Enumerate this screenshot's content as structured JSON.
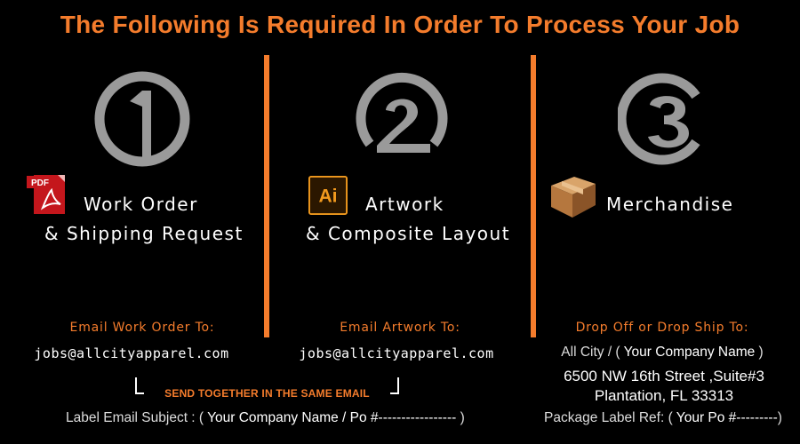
{
  "header": {
    "title": "The Following Is Required In Order To Process Your Job"
  },
  "colors": {
    "accent": "#f47c2c",
    "badge": "#9a9a9a"
  },
  "steps": [
    {
      "number": "1",
      "icon": "pdf-icon",
      "icon_text": "PDF",
      "label_line1": "Work Order",
      "label_line2": "& Shipping Request",
      "instruction": "Email Work Order To:",
      "email": "jobs@allcityapparel.com"
    },
    {
      "number": "2",
      "icon": "illustrator-icon",
      "icon_text": "Ai",
      "label_line1": "Artwork",
      "label_line2": "& Composite Layout",
      "instruction": "Email Artwork To:",
      "email": "jobs@allcityapparel.com"
    },
    {
      "number": "3",
      "icon": "box-icon",
      "label_line1": "Merchandise",
      "instruction": "Drop Off or Drop Ship To:",
      "address": {
        "line1_prefix": "All City / ( ",
        "line1_name": "Your Company Name",
        "line1_suffix": " )",
        "line2": "6500 NW 16th Street ,Suite#3",
        "line3": "Plantation, FL 33313"
      }
    }
  ],
  "footer": {
    "together": "SEND TOGETHER IN THE SAME EMAIL",
    "subject_prefix": "Label Email Subject : ( ",
    "subject_value": "Your Company Name / Po #----------------- ",
    "subject_suffix": ")",
    "package_prefix": "Package Label Ref: ( ",
    "package_value": "Your  Po #---------",
    "package_suffix": ")"
  }
}
